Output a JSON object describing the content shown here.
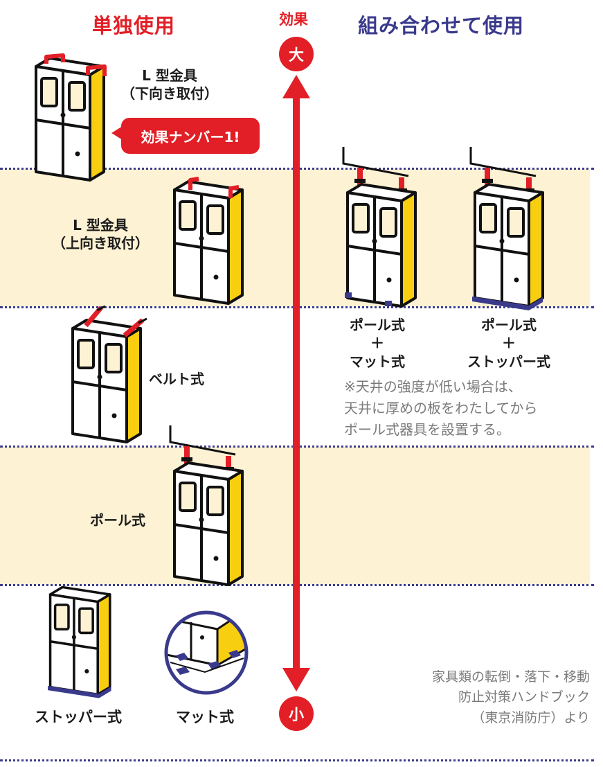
{
  "headers": {
    "single_use": "単独使用",
    "effect": "効果",
    "combined_use": "組み合わせて使用"
  },
  "scale": {
    "high": "大",
    "low": "小"
  },
  "colors": {
    "red": "#e21f26",
    "navy": "#3a3a8c",
    "yellow": "#f7cf10",
    "band": "#fdf2d3"
  },
  "single": {
    "l_bracket_down": {
      "line1": "L 型金具",
      "line2": "（下向き取付）"
    },
    "callout": "効果ナンバー1!",
    "l_bracket_up": {
      "line1": "L 型金具",
      "line2": "（上向き取付）"
    },
    "belt": "ベルト式",
    "pole": "ポール式",
    "stopper": "ストッパー式",
    "mat": "マット式"
  },
  "combined": {
    "pole_mat": {
      "line1": "ポール式",
      "line2": "＋",
      "line3": "マット式"
    },
    "pole_stopper": {
      "line1": "ポール式",
      "line2": "＋",
      "line3": "ストッパー式"
    },
    "note": {
      "line1": "※天井の強度が低い場合は、",
      "line2": "天井に厚めの板をわたしてから",
      "line3": "ポール式器具を設置する。"
    }
  },
  "credit": {
    "line1": "家具類の転倒・落下・移動",
    "line2": "防止対策ハンドブック",
    "line3": "（東京消防庁）より"
  }
}
